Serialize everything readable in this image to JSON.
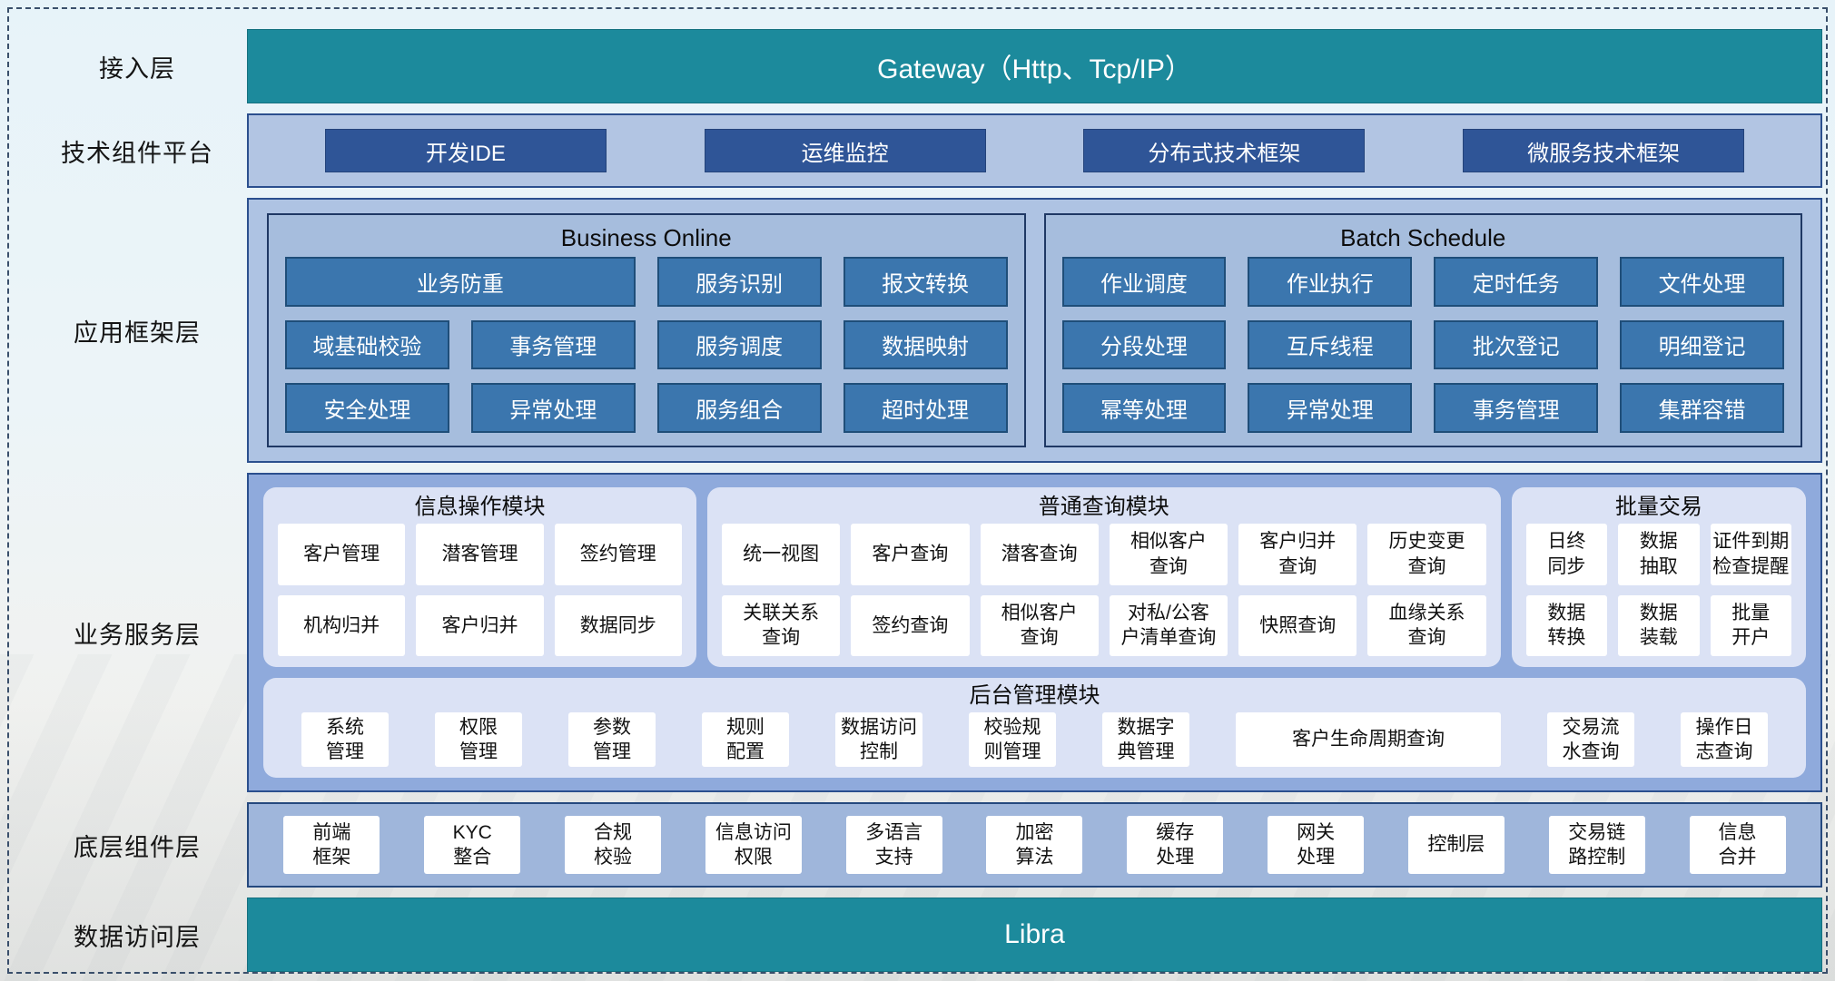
{
  "diagram": {
    "layers": {
      "access": {
        "label": "接入层",
        "gateway_title": "Gateway（Http、Tcp/IP）"
      },
      "tech": {
        "label": "技术组件平台",
        "items": [
          "开发IDE",
          "运维监控",
          "分布式技术框架",
          "微服务技术框架"
        ]
      },
      "app": {
        "label": "应用框架层",
        "business_online": {
          "title": "Business Online",
          "row1_wide": "业务防重",
          "row1": [
            "服务识别",
            "报文转换"
          ],
          "row2": [
            "域基础校验",
            "事务管理",
            "服务调度",
            "数据映射"
          ],
          "row3": [
            "安全处理",
            "异常处理",
            "服务组合",
            "超时处理"
          ]
        },
        "batch_schedule": {
          "title": "Batch Schedule",
          "row1": [
            "作业调度",
            "作业执行",
            "定时任务",
            "文件处理"
          ],
          "row2": [
            "分段处理",
            "互斥线程",
            "批次登记",
            "明细登记"
          ],
          "row3": [
            "幂等处理",
            "异常处理",
            "事务管理",
            "集群容错"
          ]
        }
      },
      "service": {
        "label": "业务服务层",
        "info_module": {
          "title": "信息操作模块",
          "row1": [
            "客户管理",
            "潜客管理",
            "签约管理"
          ],
          "row2": [
            "机构归并",
            "客户归并",
            "数据同步"
          ]
        },
        "query_module": {
          "title": "普通查询模块",
          "row1": [
            "统一视图",
            "客户查询",
            "潜客查询",
            "相似客户\n查询",
            "客户归并\n查询",
            "历史变更\n查询"
          ],
          "row2": [
            "关联关系\n查询",
            "签约查询",
            "相似客户\n查询",
            "对私/公客\n户清单查询",
            "快照查询",
            "血缘关系\n查询"
          ]
        },
        "batch_module": {
          "title": "批量交易",
          "row1": [
            "日终\n同步",
            "数据\n抽取",
            "证件到期\n检查提醒"
          ],
          "row2": [
            "数据\n转换",
            "数据\n装载",
            "批量\n开户"
          ]
        },
        "admin_module": {
          "title": "后台管理模块",
          "items": [
            "系统\n管理",
            "权限\n管理",
            "参数\n管理",
            "规则\n配置",
            "数据访问\n控制",
            "校验规\n则管理",
            "数据字\n典管理",
            "客户生命周期查询",
            "交易流\n水查询",
            "操作日\n志查询"
          ]
        }
      },
      "base": {
        "label": "底层组件层",
        "items": [
          "前端\n框架",
          "KYC\n整合",
          "合规\n校验",
          "信息访问\n权限",
          "多语言\n支持",
          "加密\n算法",
          "缓存\n处理",
          "网关\n处理",
          "控制层",
          "交易链\n路控制",
          "信息\n合并"
        ]
      },
      "data_access": {
        "label": "数据访问层",
        "bar_title": "Libra"
      }
    },
    "colors": {
      "teal": "#1c8a9c",
      "navy_button": "#2f5597",
      "steel_button": "#3b76ae",
      "steel_button_border": "#1f4e79",
      "tech_container": "#b2c5e3",
      "app_container": "#aec3e3",
      "app_panel": "#a6bddd",
      "service_container": "#8faadc",
      "base_container": "#9fb6db",
      "module_panel": "#dbe2f5",
      "dashed_border": "#3a4f6b"
    }
  }
}
